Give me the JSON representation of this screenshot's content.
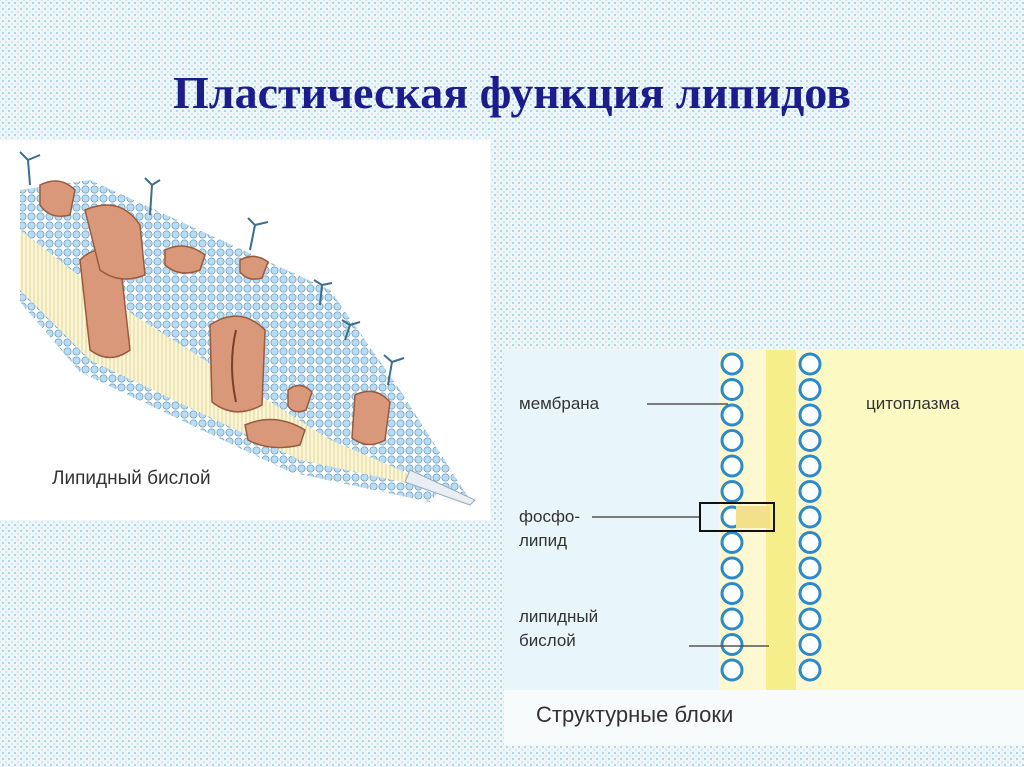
{
  "slide": {
    "title": "Пластическая функция липидов"
  },
  "left_figure": {
    "caption": "Липидный бислой"
  },
  "right_figure": {
    "labels": {
      "membrane": "мембрана",
      "cytoplasm": "цитоплазма",
      "phospholipid_1": "фосфо-",
      "phospholipid_2": "липид",
      "bilayer_1": "липидный",
      "bilayer_2": "бислой"
    },
    "caption": "Структурные блоки"
  },
  "colors": {
    "title": "#1c1c8c",
    "protein": "#d9987a",
    "lipid_head": "#b9dcf3",
    "cytoplasm": "#fbf7b8"
  }
}
